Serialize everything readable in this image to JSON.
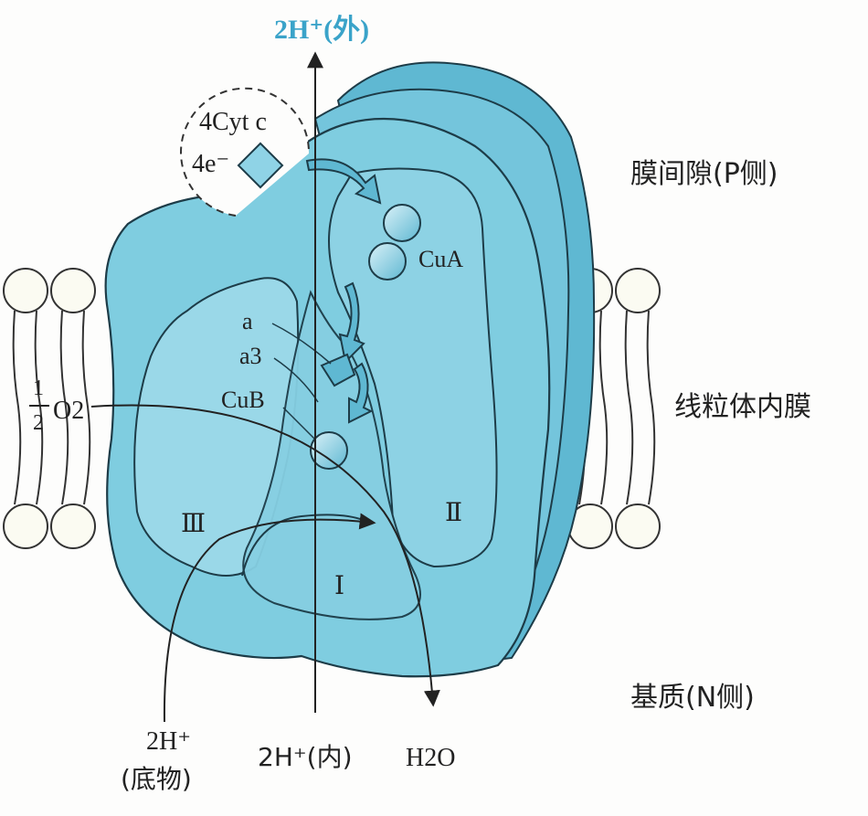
{
  "labels": {
    "top_proton": "2H⁺(外)",
    "cytc": "4Cyt c",
    "electrons": "4e⁻",
    "cua": "CuA",
    "a": "a",
    "a3": "a3",
    "cub": "CuB",
    "oxygen_frac_num": "1",
    "oxygen_frac_den": "2",
    "oxygen": "O2",
    "sub1": "Ⅰ",
    "sub2": "Ⅱ",
    "sub3": "Ⅲ",
    "p_side": "膜间隙(P侧)",
    "membrane": "线粒体内膜",
    "n_side": "基质(N侧)",
    "substrate_h_line1": "2H⁺",
    "substrate_h_line2": "(底物)",
    "inner_h": "2H⁺(内)",
    "water": "H2O"
  },
  "colors": {
    "protein_fill": "#7fcde0",
    "protein_dark": "#5fb8d2",
    "protein_light": "#a6dcea",
    "accent_text": "#3aa3c9",
    "lipid_head": "#fbfbf2"
  }
}
